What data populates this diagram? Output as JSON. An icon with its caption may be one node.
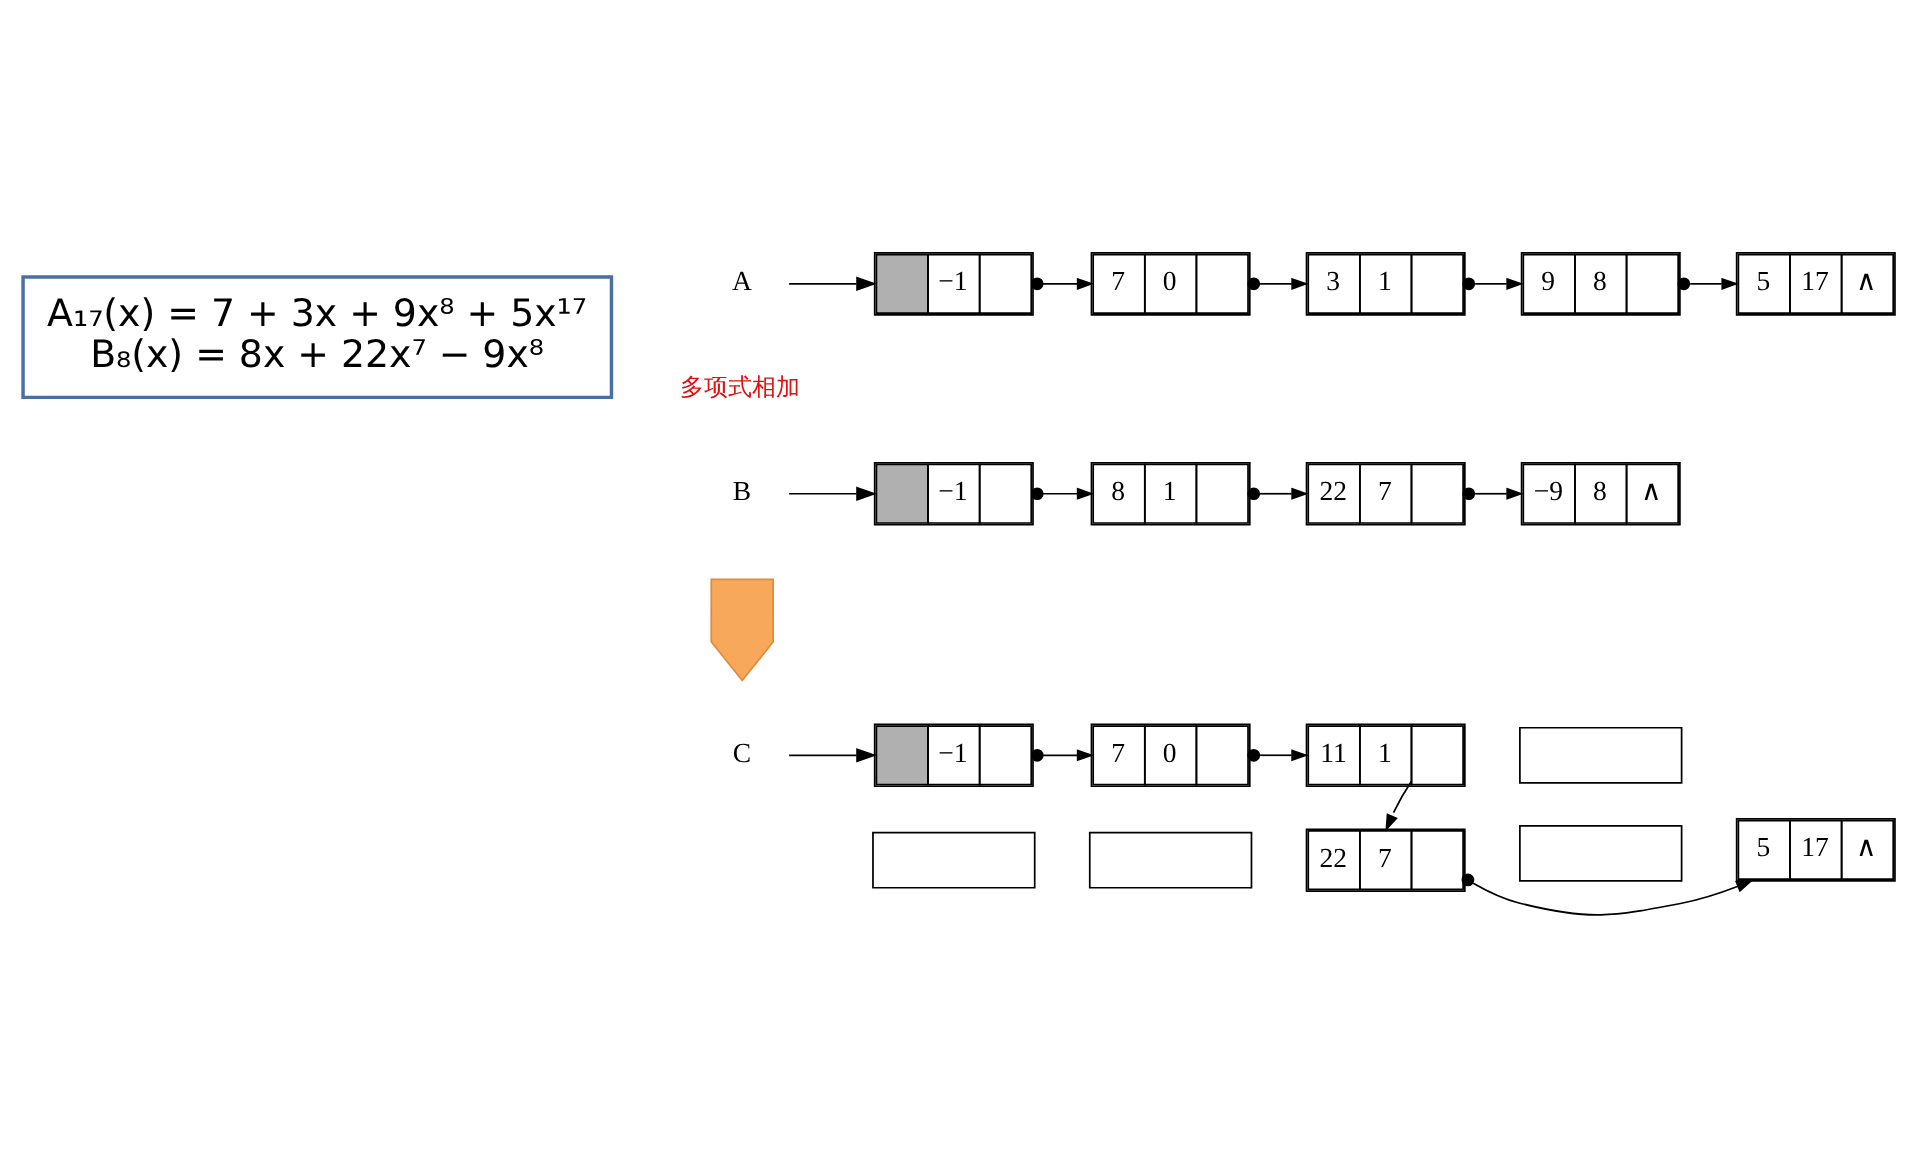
{
  "diagram": {
    "nodes": [
      {
        "text": [
          "A₁₇(x) = 7 + 3x + 9x⁸ + 5x¹⁷",
          "B₈(x) = 8x + 22x⁷ − 9x⁸"
        ]
      },
      {
        "text": [
          "A"
        ]
      },
      {
        "text": [
          "−1"
        ]
      },
      {
        "text": [
          "7",
          "0"
        ]
      },
      {
        "text": [
          "3",
          "1"
        ]
      },
      {
        "text": [
          "9",
          "8"
        ]
      },
      {
        "text": [
          "5",
          "17",
          "∧"
        ]
      },
      {
        "text": [
          "B"
        ]
      },
      {
        "text": [
          "−1"
        ]
      },
      {
        "text": [
          "8",
          "1"
        ]
      },
      {
        "text": [
          "22",
          "7"
        ]
      },
      {
        "text": [
          "−9",
          "8",
          "∧"
        ]
      },
      {
        "text": [],
        "shape": "arrow"
      },
      {
        "text": [
          "C"
        ]
      },
      {
        "text": [
          "−1"
        ]
      },
      {
        "text": [
          "7",
          "0"
        ]
      },
      {
        "text": [
          "11",
          "1"
        ]
      },
      {
        "text": [],
        "shape": "box"
      },
      {
        "text": [
          "5",
          "17",
          "∧"
        ]
      },
      {
        "text": [],
        "shape": "box"
      },
      {
        "text": [],
        "shape": "box"
      },
      {
        "text": [
          "22",
          "7"
        ]
      },
      {
        "text": [],
        "shape": "box"
      }
    ],
    "edges": [
      {
        "from": 1,
        "to": 2,
        "arrow": "to"
      },
      {
        "from": 2,
        "to": 3,
        "arrow": "to"
      },
      {
        "from": 3,
        "to": 4,
        "arrow": "to"
      },
      {
        "from": 4,
        "to": 5,
        "arrow": "to"
      },
      {
        "from": 5,
        "to": 6,
        "arrow": "to"
      },
      {
        "from": 7,
        "to": 8,
        "arrow": "to"
      },
      {
        "from": 8,
        "to": 9,
        "arrow": "to"
      },
      {
        "from": 9,
        "to": 10,
        "arrow": "to"
      },
      {
        "from": 10,
        "to": 11,
        "arrow": "to"
      },
      {
        "from": 13,
        "to": 14,
        "arrow": "to"
      },
      {
        "from": 14,
        "to": 15,
        "arrow": "to"
      },
      {
        "from": 15,
        "to": 16,
        "arrow": "to"
      },
      {
        "from": 16,
        "to": 21,
        "arrow": "to"
      },
      {
        "from": 21,
        "to": 18,
        "arrow": "to"
      }
    ],
    "labels": [
      "多项式相加"
    ]
  }
}
